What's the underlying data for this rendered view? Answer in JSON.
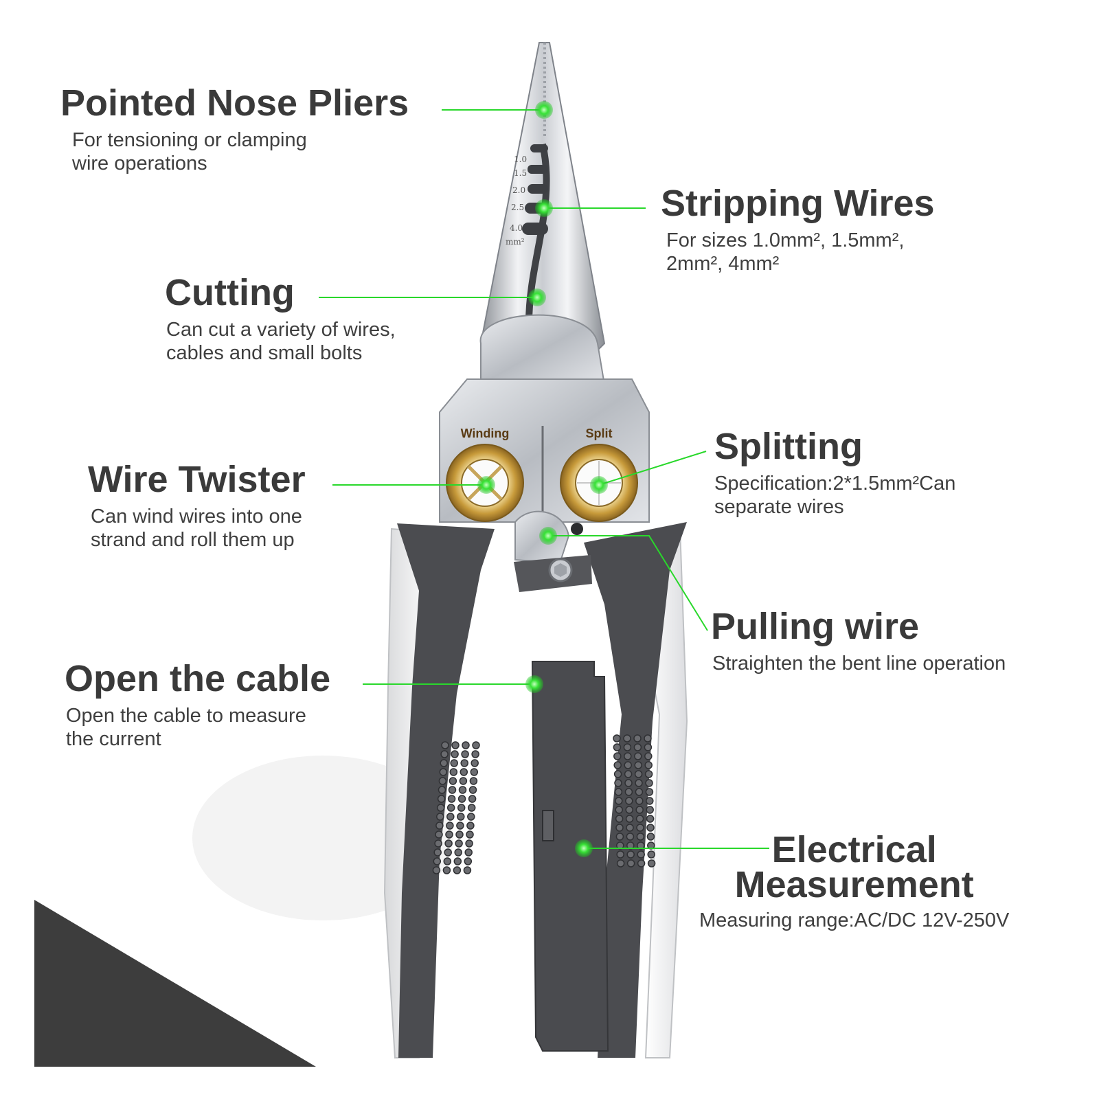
{
  "accent_color": "#29d82b",
  "tool": {
    "hole_labels": {
      "winding": "Winding",
      "split": "Split"
    },
    "strip_gauge": [
      "1.0",
      "1.5",
      "2.0",
      "2.5",
      "4.0"
    ],
    "strip_unit": "mm²"
  },
  "features": {
    "pointed_nose": {
      "title": "Pointed Nose Pliers",
      "desc_lines": [
        "For tensioning or clamping",
        "wire operations"
      ]
    },
    "stripping": {
      "title": "Stripping Wires",
      "desc_lines": [
        "For sizes 1.0mm², 1.5mm²,",
        "2mm², 4mm²"
      ]
    },
    "cutting": {
      "title": "Cutting",
      "desc_lines": [
        "Can cut a variety of wires,",
        "cables and small bolts"
      ]
    },
    "splitting": {
      "title": "Splitting",
      "desc_lines": [
        "Specification:2*1.5mm²Can",
        "separate wires"
      ]
    },
    "wire_twister": {
      "title": "Wire Twister",
      "desc_lines": [
        "Can wind wires into one",
        "strand and roll them up"
      ]
    },
    "pulling": {
      "title": "Pulling wire",
      "desc_lines": [
        "Straighten the bent line operation"
      ]
    },
    "open_cable": {
      "title": "Open the cable",
      "desc_lines": [
        "Open the cable to measure",
        "the current"
      ]
    },
    "electrical": {
      "title_lines": [
        "Electrical",
        "Measurement"
      ],
      "desc_lines": [
        "Measuring range:AC/DC 12V-250V"
      ]
    }
  }
}
